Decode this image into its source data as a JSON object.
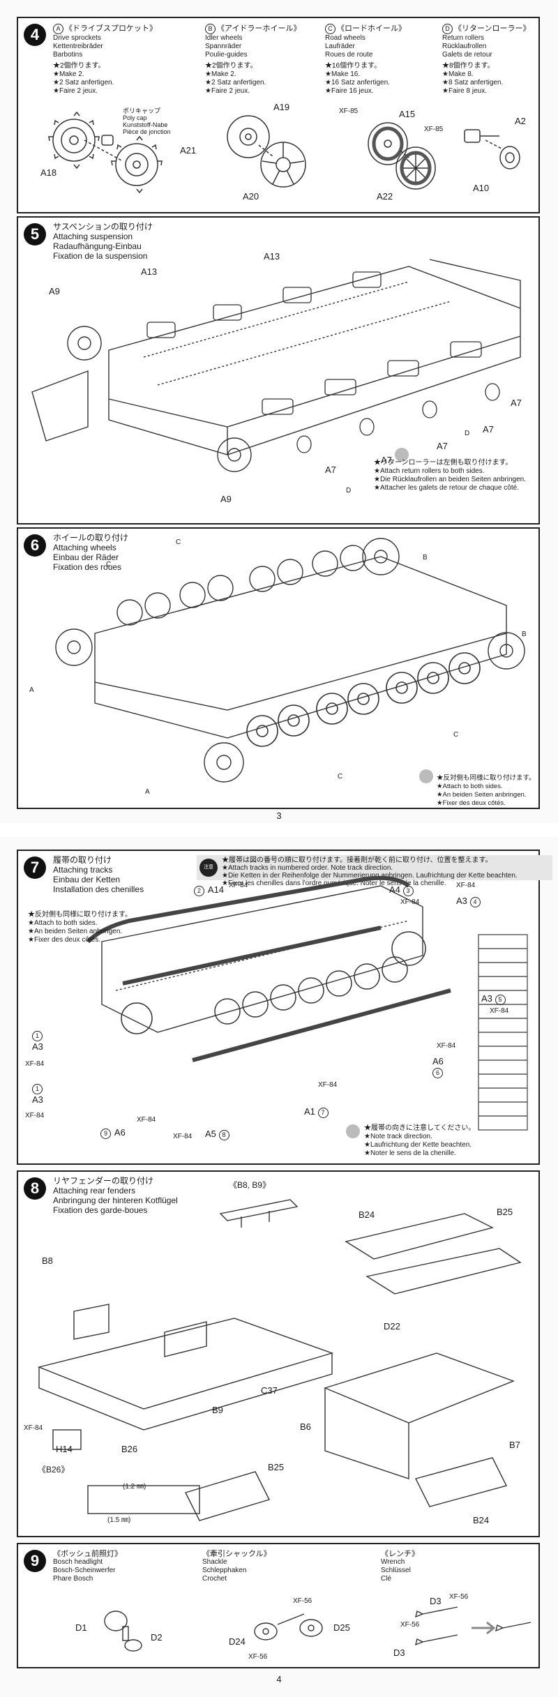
{
  "pages": [
    {
      "page_number": "3"
    },
    {
      "page_number": "4"
    }
  ],
  "step4": {
    "number": "4",
    "cols": [
      {
        "letter": "A",
        "lines": [
          "《ドライブスプロケット》",
          "Drive sprockets",
          "Kettentreibräder",
          "Barbotins"
        ],
        "notes": [
          "★2個作ります。",
          "★Make 2.",
          "★2 Satz anfertigen.",
          "★Faire 2 jeux."
        ]
      },
      {
        "letter": "B",
        "lines": [
          "《アイドラーホイール》",
          "Idler wheels",
          "Spannräder",
          "Poulie-guides"
        ],
        "notes": [
          "★2個作ります。",
          "★Make 2.",
          "★2 Satz anfertigen.",
          "★Faire 2 jeux."
        ]
      },
      {
        "letter": "C",
        "lines": [
          "《ロードホイール》",
          "Road wheels",
          "Laufräder",
          "Roues de route"
        ],
        "notes": [
          "★16個作ります。",
          "★Make 16.",
          "★16 Satz anfertigen.",
          "★Faire 16 jeux."
        ]
      },
      {
        "letter": "D",
        "lines": [
          "《リターンローラー》",
          "Return rollers",
          "Rücklaufrollen",
          "Galets de retour"
        ],
        "notes": [
          "★8個作ります。",
          "★Make 8.",
          "★8 Satz anfertigen.",
          "★Faire 8 jeux."
        ]
      }
    ],
    "polycap": [
      "ポリキャップ",
      "Poly cap",
      "Kunststoff-Nabe",
      "Pièce de jonction"
    ],
    "parts": {
      "a18": "A18",
      "a21": "A21",
      "a19": "A19",
      "a20": "A20",
      "xf85a": "XF-85",
      "a15": "A15",
      "xf85b": "XF-85",
      "a22": "A22",
      "a2": "A2",
      "a10": "A10"
    }
  },
  "step5": {
    "number": "5",
    "title": [
      "サスペンションの取り付け",
      "Attaching suspension",
      "Radaufhängung-Einbau",
      "Fixation de la suspension"
    ],
    "parts": {
      "a13a": "A13",
      "a13b": "A13",
      "a9a": "A9",
      "a9b": "A9",
      "a7a": "A7",
      "a7b": "A7",
      "a7c": "A7",
      "a7d": "A7",
      "a7e": "A7",
      "d1": "D",
      "d2": "D"
    },
    "note": [
      "★リターンローラーは左側も取り付けます。",
      "★Attach return rollers to both sides.",
      "★Die Rücklaufrollen an beiden Seiten anbringen.",
      "★Attacher les galets de retour de chaque côté."
    ]
  },
  "step6": {
    "number": "6",
    "title": [
      "ホイールの取り付け",
      "Attaching wheels",
      "Einbau der Räder",
      "Fixation des roues"
    ],
    "parts": {
      "c1": "C",
      "c2": "C",
      "c3": "C",
      "c4": "C",
      "b1": "B",
      "b2": "B",
      "a1": "A",
      "a2": "A"
    },
    "note": [
      "★反対側も同様に取り付けます。",
      "★Attach to both sides.",
      "★An beiden Seiten anbringen.",
      "★Fixer des deux côtés."
    ]
  },
  "step7": {
    "number": "7",
    "title": [
      "履帯の取り付け",
      "Attaching tracks",
      "Einbau der Ketten",
      "Installation des chenilles"
    ],
    "notice_label": "注意 NOTICE",
    "notice": [
      "★履帯は図の番号の順に取り付けます。接着剤が乾く前に取り付け、位置を整えます。",
      "★Attach tracks in numbered order. Note track direction.",
      "★Die Ketten in der Reihenfolge der Nummerierung anbringen. Laufrichtung der Kette beachten.",
      "★Fixer les chenilles dans l'ordre numérique. Noter le sens de la chenille."
    ],
    "side_note": [
      "★反対側も同様に取り付けます。",
      "★Attach to both sides.",
      "★An beiden Seiten anbringen.",
      "★Fixer des deux côtés."
    ],
    "dir_note": [
      "★履帯の向きに注意してください。",
      "★Note track direction.",
      "★Laufrichtung der Kette beachten.",
      "★Noter le sens de la chenille."
    ],
    "parts": {
      "n2": "2",
      "a14": "A14",
      "xf84a": "XF-84",
      "a4": "A4",
      "n3": "3",
      "xf84b": "XF-84",
      "xf84c": "XF-84",
      "a3a": "A3",
      "n4": "4",
      "a3b": "A3",
      "n5": "5",
      "xf84d": "XF-84",
      "xf84e": "XF-84",
      "a6a": "A6",
      "n6": "6",
      "n1a": "1",
      "a3c": "A3",
      "xf84f": "XF-84",
      "n1b": "1",
      "a3d": "A3",
      "xf84g": "XF-84",
      "xf84h": "XF-84",
      "a1": "A1",
      "n7": "7",
      "n9": "9",
      "a6b": "A6",
      "xf84i": "XF-84",
      "xf84j": "XF-84",
      "a5": "A5",
      "n8": "8"
    }
  },
  "step8": {
    "number": "8",
    "title": [
      "リヤフェンダーの取り付け",
      "Attaching rear fenders",
      "Anbringung der hinteren Kotflügel",
      "Fixation des garde-boues"
    ],
    "inset1": "《B8, B9》",
    "inset2": "《B26》",
    "dim1": "(1.2 ㎜)",
    "dim2": "(1.5 ㎜)",
    "parts": {
      "b8": "B8",
      "b24a": "B24",
      "b25a": "B25",
      "d22": "D22",
      "c37": "C37",
      "b9": "B9",
      "xf84": "XF-84",
      "h14": "H14",
      "b26": "B26",
      "b6": "B6",
      "b7": "B7",
      "b25b": "B25",
      "b24b": "B24"
    }
  },
  "step9": {
    "number": "9",
    "cols": [
      {
        "lines": [
          "《ボッシュ前照灯》",
          "Bosch headlight",
          "Bosch-Scheinwerfer",
          "Phare Bosch"
        ]
      },
      {
        "lines": [
          "《牽引シャックル》",
          "Shackle",
          "Schlepphaken",
          "Crochet"
        ]
      },
      {
        "lines": [
          "《レンチ》",
          "Wrench",
          "Schlüssel",
          "Clé"
        ]
      }
    ],
    "parts": {
      "d1": "D1",
      "d2": "D2",
      "xf56a": "XF-56",
      "d24": "D24",
      "d25": "D25",
      "xf56b": "XF-56",
      "xf56c": "XF-56",
      "d3a": "D3",
      "xf56d": "XF-56",
      "d3b": "D3"
    }
  }
}
